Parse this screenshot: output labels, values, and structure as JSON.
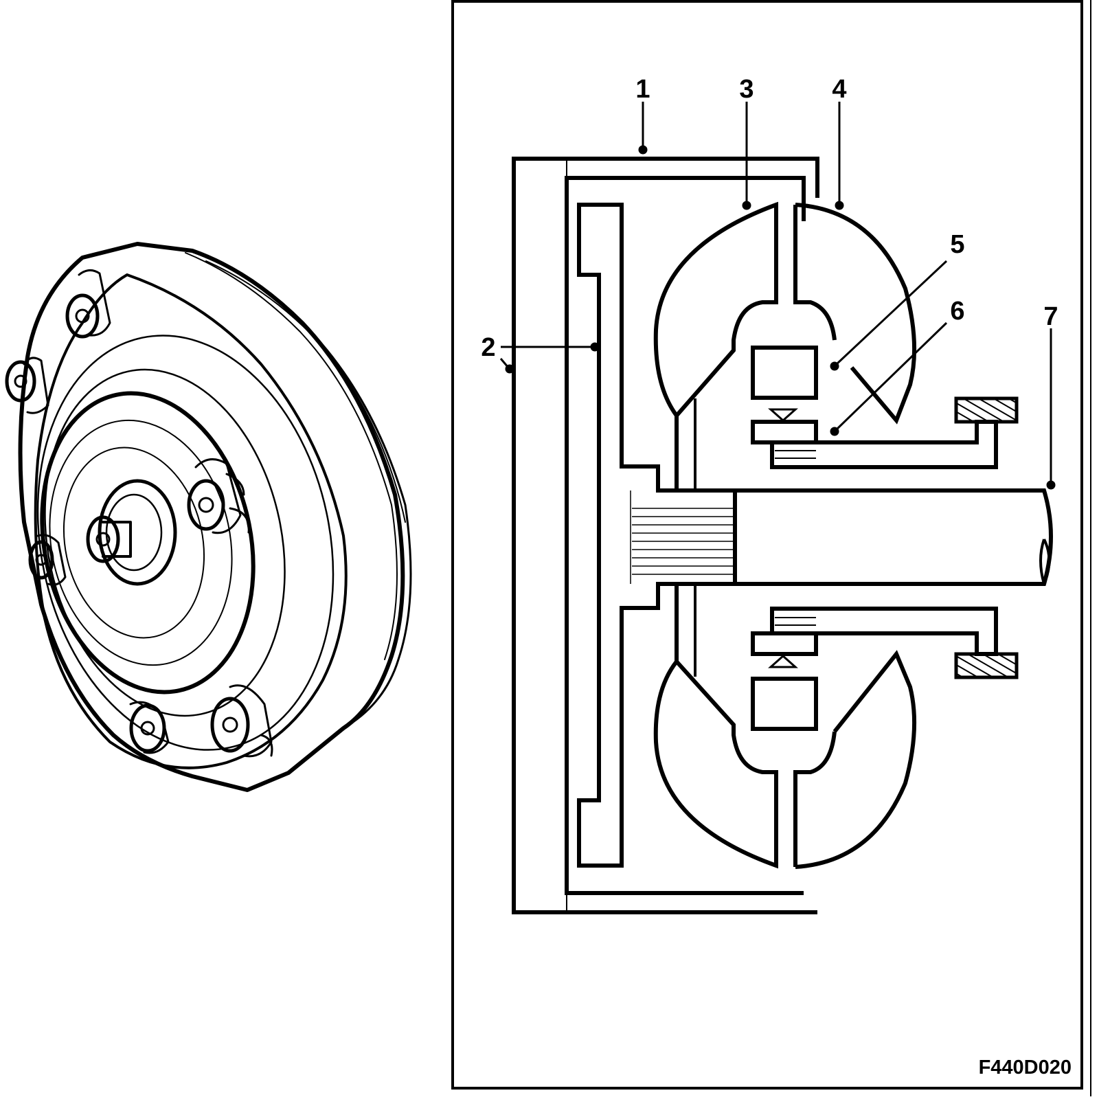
{
  "figure": {
    "id_label": "F440D020",
    "callouts": [
      {
        "key": "c1",
        "label": "1"
      },
      {
        "key": "c2",
        "label": "2"
      },
      {
        "key": "c3",
        "label": "3"
      },
      {
        "key": "c4",
        "label": "4"
      },
      {
        "key": "c5",
        "label": "5"
      },
      {
        "key": "c6",
        "label": "6"
      },
      {
        "key": "c7",
        "label": "7"
      }
    ]
  },
  "colors": {
    "line": "#000000",
    "background": "#ffffff"
  }
}
